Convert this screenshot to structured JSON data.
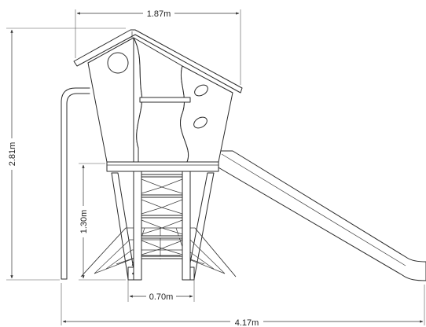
{
  "dimensions": {
    "top_width": "1.87m",
    "total_height": "2.81m",
    "platform_height": "1.30m",
    "base_width": "0.70m",
    "total_length": "4.17m"
  },
  "colors": {
    "line": "#2b2b2b",
    "background": "#ffffff"
  }
}
